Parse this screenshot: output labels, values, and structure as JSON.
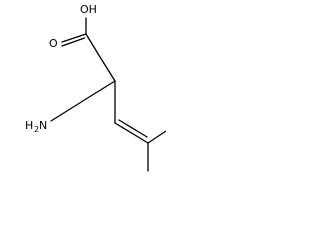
{
  "molecule": {
    "atoms": {
      "hydroxyl": "OH",
      "carbonyl_oxygen": "O",
      "amine_prefix": "H",
      "amine_subscript": "2",
      "amine_element": "N"
    }
  },
  "colors": {
    "bond": "#000000",
    "text": "#000000",
    "background": "#ffffff"
  }
}
